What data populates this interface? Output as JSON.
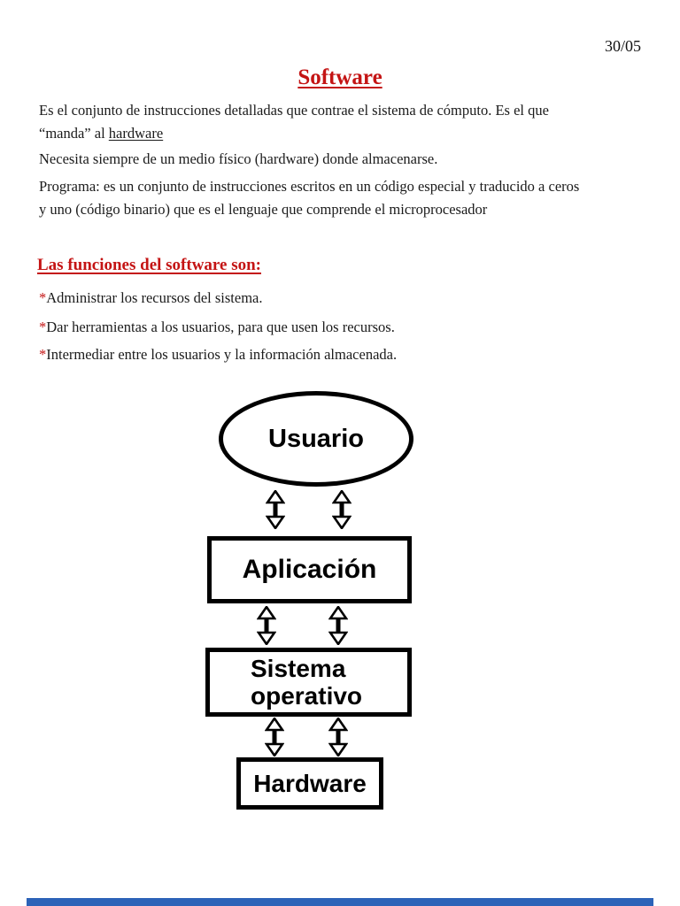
{
  "page": {
    "date": "30/05"
  },
  "title": {
    "text": "Software"
  },
  "intro": {
    "p1_main": "Es el conjunto de instrucciones detalladas que contrae el sistema de cómputo. Es el que\n“manda” al ",
    "p1_underlined": "hardware",
    "p2": "Necesita siempre de un medio físico (hardware) donde almacenarse.",
    "p3": "Programa: es un conjunto de instrucciones escritos en un código especial y traducido a ceros\ny uno (código binario) que es el lenguaje que comprende el microprocesador"
  },
  "functions": {
    "heading": "Las funciones del software son:",
    "items": [
      {
        "marker": "*",
        "text": "Administrar los recursos del sistema."
      },
      {
        "marker": "*",
        "text": "Dar herramientas a los usuarios, para que usen los recursos."
      },
      {
        "marker": "*",
        "text": "Intermediar entre los usuarios y la información almacenada."
      }
    ]
  },
  "diagram": {
    "type": "layered-stack",
    "connectors": "double-headed-vertical-arrow",
    "nodes": [
      {
        "id": "usuario",
        "shape": "ellipse",
        "label": "Usuario"
      },
      {
        "id": "aplicacion",
        "shape": "rect",
        "label": "Aplicación"
      },
      {
        "id": "sistema-operativo",
        "shape": "rect",
        "label": "Sistema\noperativo"
      },
      {
        "id": "hardware",
        "shape": "rect",
        "label": "Hardware"
      }
    ]
  },
  "colors": {
    "accent_red": "#c41414",
    "diagram_stroke": "#000000",
    "text_black": "#1b1b1b",
    "bottom_bar_blue": "#2c63b8"
  }
}
